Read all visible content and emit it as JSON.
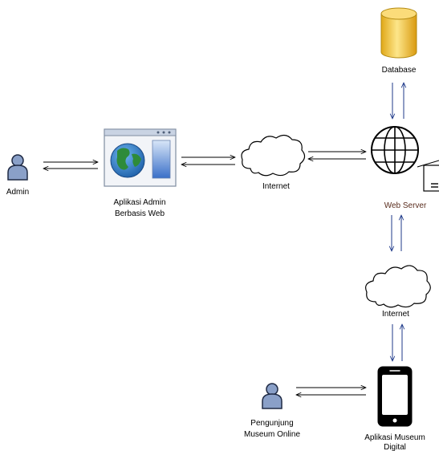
{
  "nodes": {
    "admin": {
      "label": "Admin",
      "icon": "person-icon"
    },
    "admin_app": {
      "label_line1": "Aplikasi Admin",
      "label_line2": "Berbasis Web",
      "icon": "browser-globe-icon"
    },
    "internet_top": {
      "label": "Internet",
      "icon": "cloud-icon"
    },
    "database": {
      "label": "Database",
      "icon": "database-cylinder-icon"
    },
    "web_server": {
      "label": "Web Server",
      "icon": "globe-server-icon"
    },
    "internet_right": {
      "label": "Internet",
      "icon": "cloud-icon"
    },
    "visitor": {
      "label_line1": "Pengunjung",
      "label_line2": "Museum Online",
      "icon": "person-icon"
    },
    "museum_app": {
      "label_line1": "Aplikasi Museum",
      "label_line2": "Digital",
      "icon": "smartphone-icon"
    }
  },
  "colors": {
    "person": "#8aa0c8",
    "person_stroke": "#1f2a44",
    "db_fill": "#f5c84a",
    "db_stroke": "#b48a10",
    "web_server_label": "#5a2d1e",
    "vertical_arrow": "#1f3a8a",
    "globe_blue": "#2a78c8",
    "globe_green": "#2e8b3a"
  }
}
